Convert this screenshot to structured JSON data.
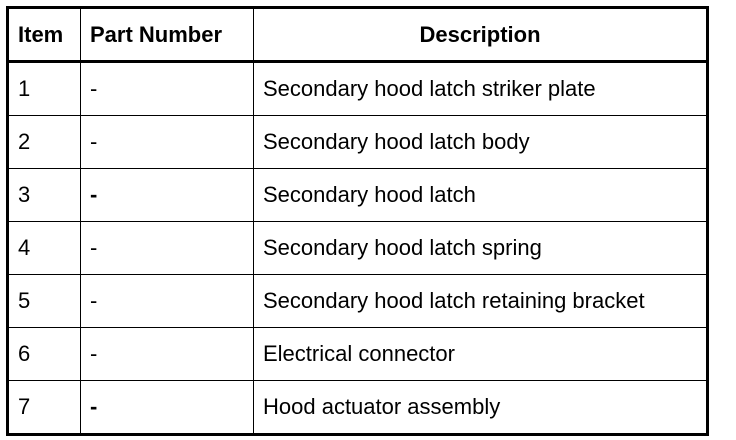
{
  "table": {
    "headers": {
      "item": "Item",
      "part_number": "Part Number",
      "description": "Description"
    },
    "rows": [
      {
        "item": "1",
        "part_number": "-",
        "description": "Secondary hood latch striker plate"
      },
      {
        "item": "2",
        "part_number": "-",
        "description": "Secondary hood latch body"
      },
      {
        "item": "3",
        "part_number": "-",
        "description": "Secondary hood latch"
      },
      {
        "item": "4",
        "part_number": "-",
        "description": "Secondary hood latch spring"
      },
      {
        "item": "5",
        "part_number": "-",
        "description": "Secondary hood latch retaining bracket"
      },
      {
        "item": "6",
        "part_number": "-",
        "description": "Electrical connector"
      },
      {
        "item": "7",
        "part_number": "-",
        "description": "Hood actuator assembly"
      }
    ]
  },
  "colors": {
    "border": "#000000",
    "background": "#ffffff",
    "text": "#000000"
  }
}
